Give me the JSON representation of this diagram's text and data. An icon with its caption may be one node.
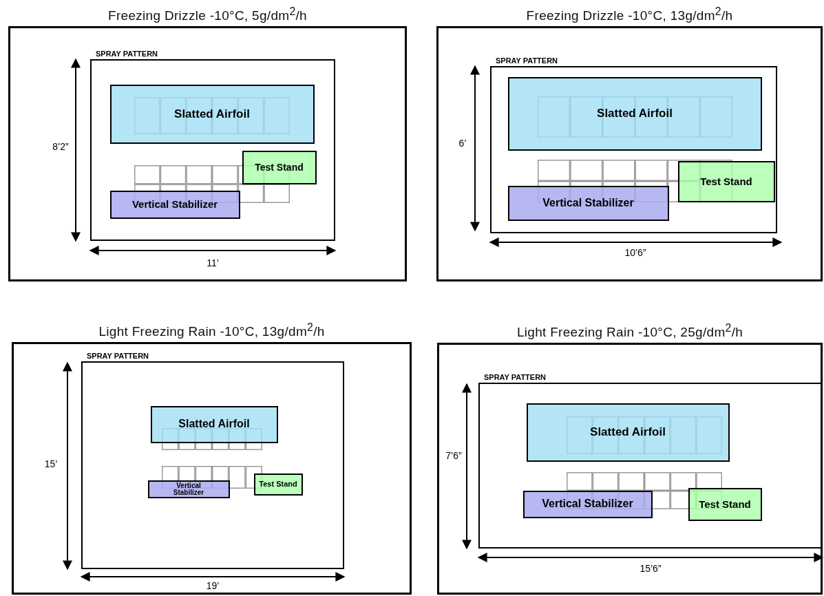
{
  "diagram": {
    "nodes": [
      {
        "text": [
          "Freezing Drizzle -10°C, 5g/dm$^{2}$/h"
        ]
      },
      {
        "text": [
          "SPRAY PATTERN"
        ],
        "in": 0
      },
      {
        "text": [
          "Slatted Airfoil"
        ],
        "in": 1
      },
      {
        "text": [
          "Test Stand"
        ],
        "in": 1
      },
      {
        "text": [
          "Vertical Stabilizer"
        ],
        "in": 1
      },
      {
        "text": [
          "Freezing Drizzle -10°C, 13g/dm$^{2}$/h"
        ]
      },
      {
        "text": [
          "SPRAY PATTERN"
        ],
        "in": 5
      },
      {
        "text": [
          "Slatted Airfoil"
        ],
        "in": 6
      },
      {
        "text": [
          "Test Stand"
        ],
        "in": 6
      },
      {
        "text": [
          "Vertical Stabilizer"
        ],
        "in": 6
      },
      {
        "text": [
          "Light Freezing Rain -10°C, 13g/dm$^{2}$/h"
        ]
      },
      {
        "text": [
          "SPRAY PATTERN"
        ],
        "in": 10
      },
      {
        "text": [
          "Slatted Airfoil"
        ],
        "in": 11
      },
      {
        "text": [
          "Test Stand"
        ],
        "in": 11
      },
      {
        "text": [
          "Vertical Stabilizer"
        ],
        "in": 11
      },
      {
        "text": [
          "Light Freezing Rain -10°C, 25g/dm$^{2}$/h"
        ]
      },
      {
        "text": [
          "SPRAY PATTERN"
        ],
        "in": 15
      },
      {
        "text": [
          "Slatted Airfoil"
        ],
        "in": 16
      },
      {
        "text": [
          "Test Stand"
        ],
        "in": 16
      },
      {
        "text": [
          "Vertical Stabilizer"
        ],
        "in": 16
      }
    ],
    "edges": [],
    "labels": [
      "8’2”",
      "11’",
      "6’",
      "10’6”",
      "15’",
      "19’",
      "7’6”",
      "15’6”"
    ]
  }
}
